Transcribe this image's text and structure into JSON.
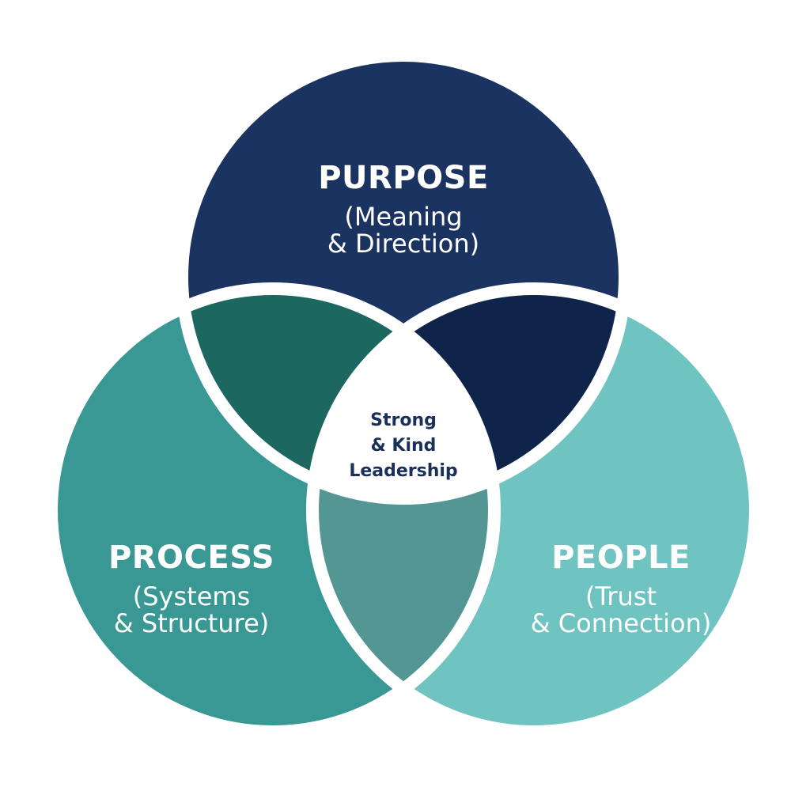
{
  "colors": {
    "purpose": "#1b3360",
    "process": "#399893",
    "people": "#6fc3c0",
    "purpose_process": "#1c675f",
    "purpose_people": "#0e244b",
    "process_people": "#539694",
    "center": "#ffffff",
    "separator": "#ffffff",
    "center_text": "#1a2f5a"
  },
  "circles": {
    "purpose": {
      "title": "PURPOSE",
      "line1": "(Meaning",
      "line2": "& Direction)"
    },
    "process": {
      "title": "PROCESS",
      "line1": "(Systems",
      "line2": "& Structure)"
    },
    "people": {
      "title": "PEOPLE",
      "line1": "(Trust",
      "line2": "& Connection)"
    }
  },
  "center": {
    "line1": "Strong",
    "line2": "& Kind",
    "line3": "Leadership"
  }
}
